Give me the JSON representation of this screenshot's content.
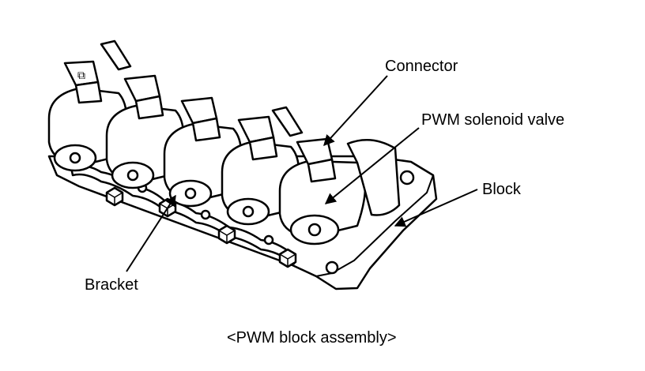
{
  "labels": {
    "connector": "Connector",
    "pwm_solenoid_valve": "PWM solenoid valve",
    "block": "Block",
    "bracket": "Bracket"
  },
  "caption": "<PWM block assembly>",
  "colors": {
    "line": "#000000",
    "background": "#ffffff"
  }
}
